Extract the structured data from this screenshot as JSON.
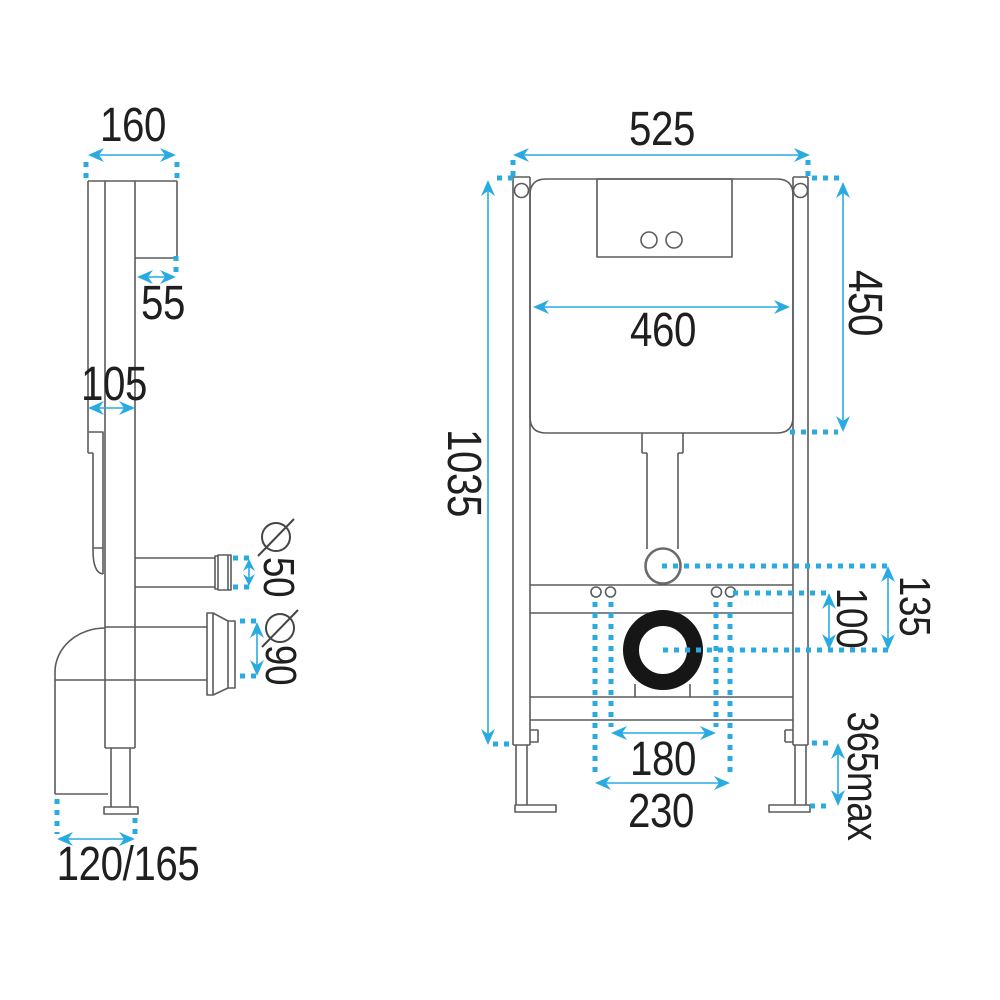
{
  "drawing": {
    "accent_color": "#29ABE2",
    "line_color": "#5A5B5E",
    "text_color": "#1F1F1F",
    "outlet_ring_color": "#161616",
    "diameter_symbol": "⌀"
  },
  "side_view": {
    "total_depth": "160",
    "bracket_depth": "55",
    "frame_depth": "105",
    "inlet_diameter": "50",
    "outlet_diameter": "90",
    "floor_offset": "120/165"
  },
  "front_view": {
    "overall_width": "525",
    "cistern_width": "460",
    "cistern_height": "450",
    "frame_height": "1035",
    "inlet_outlet_drop": "135",
    "bolt_outlet_drop": "100",
    "bolt_spacing_inner": "180",
    "bolt_spacing_outer": "230",
    "leg_adjustment": "365max"
  }
}
